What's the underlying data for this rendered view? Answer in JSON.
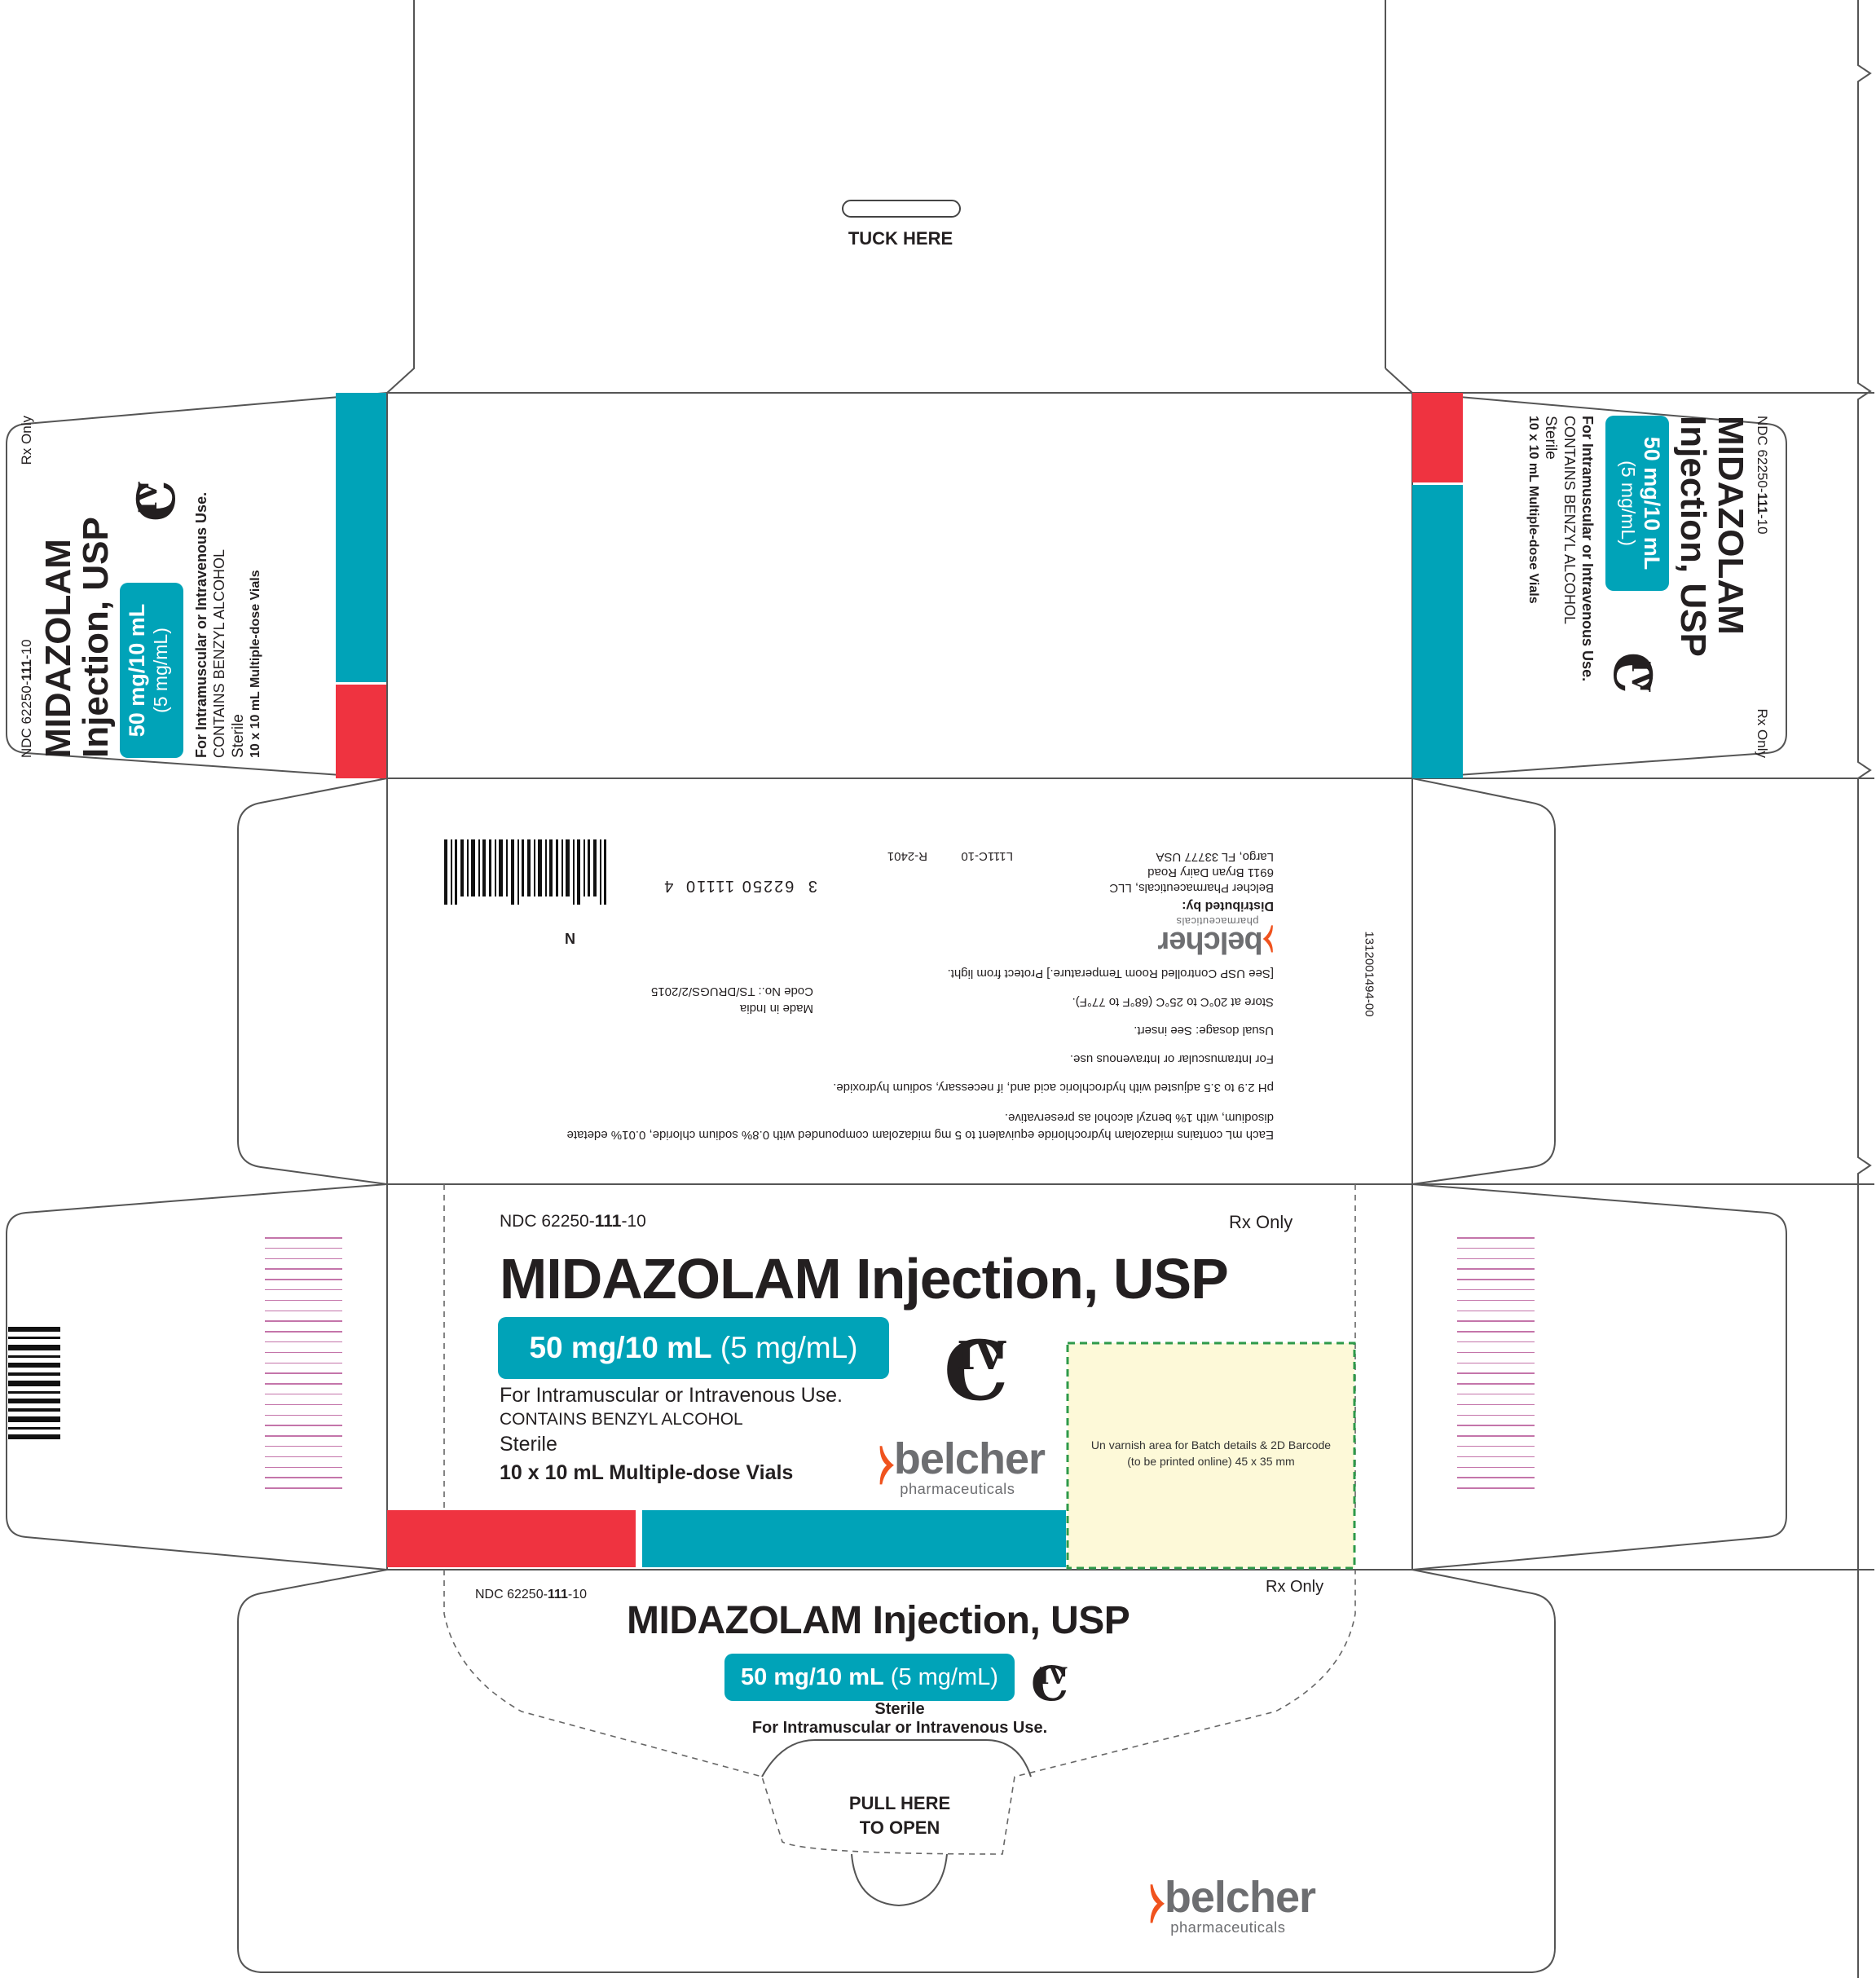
{
  "top_flap": {
    "tuck_label": "TUCK HERE"
  },
  "product": {
    "ndc_prefix": "NDC 62250-",
    "ndc_bold": "111",
    "ndc_suffix": "-10",
    "rx": "Rx Only",
    "name": "MIDAZOLAM Injection, USP",
    "name_line1": "MIDAZOLAM",
    "name_line2": "Injection, USP",
    "strength": "50 mg/10 mL",
    "concentration": "(5 mg/mL)",
    "route": "For Intramuscular or Intravenous Use.",
    "alcohol": "CONTAINS BENZYL ALCOHOL",
    "sterile": "Sterile",
    "pack": "10 x 10 mL Multiple-dose Vials",
    "schedule_c": "C",
    "schedule_iv": "IV"
  },
  "logo": {
    "mark": "⧽",
    "name": "belcher",
    "sub": "pharmaceuticals",
    "brand_color": "#f0531e"
  },
  "back_panel": {
    "composition_1": "Each mL contains midazolam hydrochloride equivalent to 5 mg midazolam compounded with 0.8% sodium chloride, 0.01% edetate",
    "composition_2": "disodium, with 1% benzyl alcohol as preservative.",
    "ph": "pH 2.9 to 3.5 adjusted with hydrochloric acid and, if necessary, sodium hydroxide.",
    "route": "For Intramuscular or Intravenous use.",
    "dosage": "Usual dosage: See insert.",
    "storage": "Store at 20°C to 25°C (68°F to 77°F).",
    "storage_2": "[See USP Controlled Room Temperature.] Protect from light.",
    "distributed_label": "Distributed by:",
    "company": "Belcher Pharmaceuticals, LLC",
    "street": "6911 Bryan Dairy Road",
    "city": "Largo, FL 33777   USA",
    "code_1": "L111C-10",
    "code_2": "R-2401",
    "made_in": "Made in India",
    "code_no": "Code No.: TS/DRUGS/2/2015",
    "barcode_left": "3",
    "barcode_digits": "62250 11110",
    "barcode_right": "4",
    "barcode_n": "N",
    "side_number": "1312001494-00"
  },
  "varnish": {
    "line1": "Un varnish area for Batch details & 2D Barcode",
    "line2": "(to be printed online)  45  x 35   mm"
  },
  "bottom_flap": {
    "sterile": "Sterile",
    "route": "For Intramuscular or Intravenous Use.",
    "pull_1": "PULL HERE",
    "pull_2": "TO OPEN"
  },
  "colors": {
    "teal": "#00a3b8",
    "red": "#ef3340",
    "varnish_fill": "#fdf9d8",
    "varnish_border": "#2e9a4a"
  }
}
